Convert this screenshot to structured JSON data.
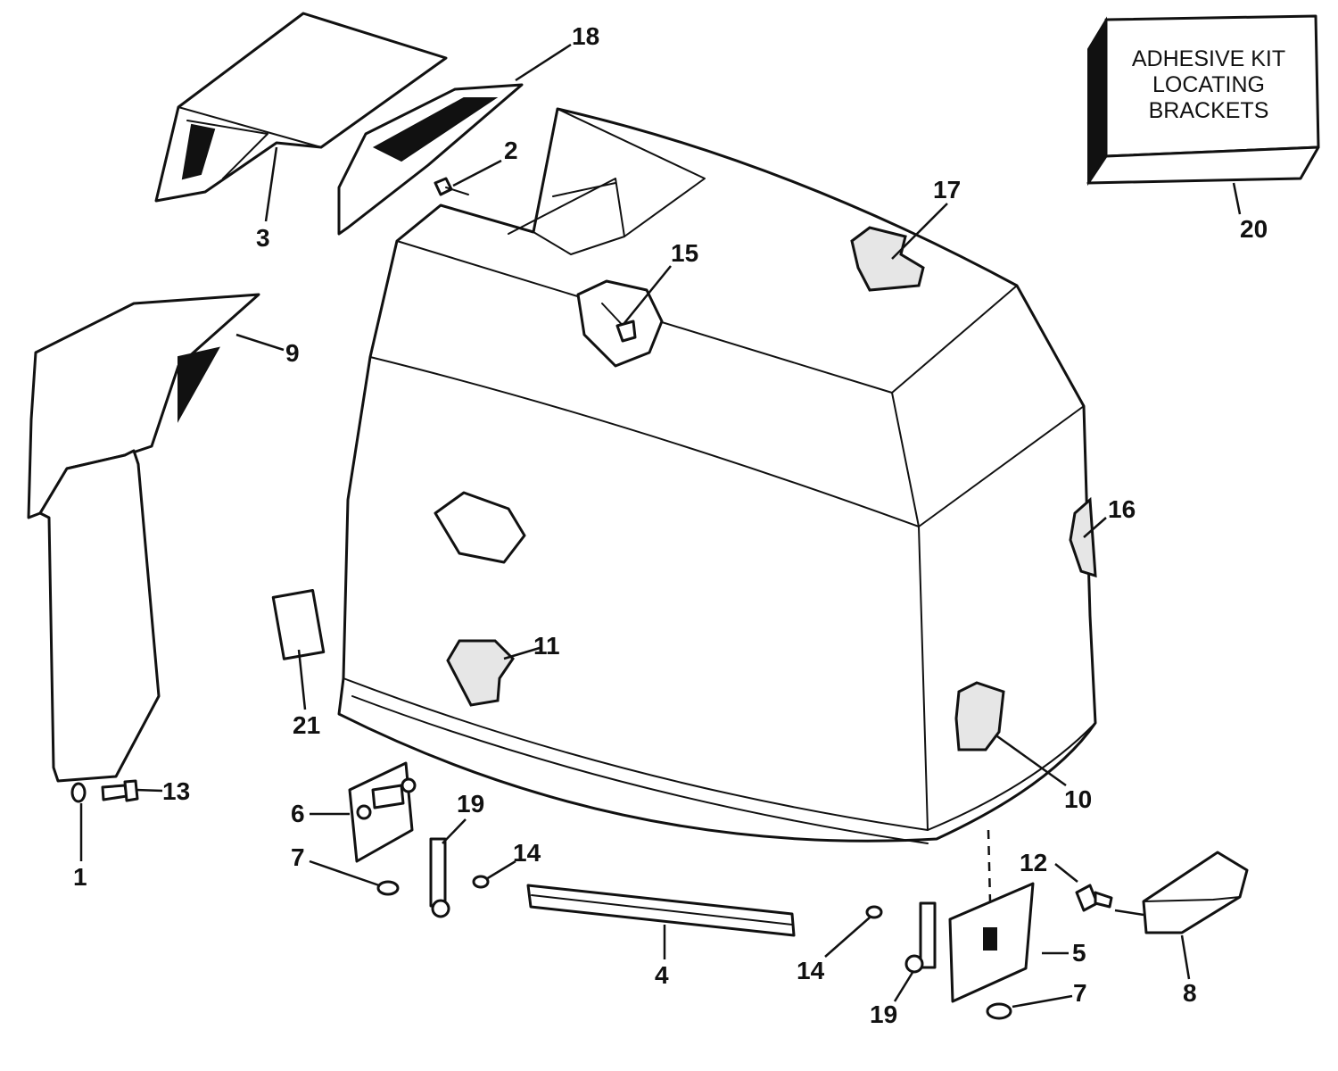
{
  "kit_box": {
    "lines": [
      "ADHESIVE KIT",
      "LOCATING",
      "BRACKETS"
    ]
  },
  "callouts": [
    {
      "id": "c1",
      "text": "1"
    },
    {
      "id": "c2",
      "text": "2"
    },
    {
      "id": "c3",
      "text": "3"
    },
    {
      "id": "c4",
      "text": "4"
    },
    {
      "id": "c5",
      "text": "5"
    },
    {
      "id": "c6",
      "text": "6"
    },
    {
      "id": "c7a",
      "text": "7"
    },
    {
      "id": "c7b",
      "text": "7"
    },
    {
      "id": "c8",
      "text": "8"
    },
    {
      "id": "c9",
      "text": "9"
    },
    {
      "id": "c10",
      "text": "10"
    },
    {
      "id": "c11",
      "text": "11"
    },
    {
      "id": "c12",
      "text": "12"
    },
    {
      "id": "c13",
      "text": "13"
    },
    {
      "id": "c14a",
      "text": "14"
    },
    {
      "id": "c14b",
      "text": "14"
    },
    {
      "id": "c15",
      "text": "15"
    },
    {
      "id": "c16",
      "text": "16"
    },
    {
      "id": "c17",
      "text": "17"
    },
    {
      "id": "c18",
      "text": "18"
    },
    {
      "id": "c19a",
      "text": "19"
    },
    {
      "id": "c19b",
      "text": "19"
    },
    {
      "id": "c20",
      "text": "20"
    },
    {
      "id": "c21",
      "text": "21"
    }
  ]
}
